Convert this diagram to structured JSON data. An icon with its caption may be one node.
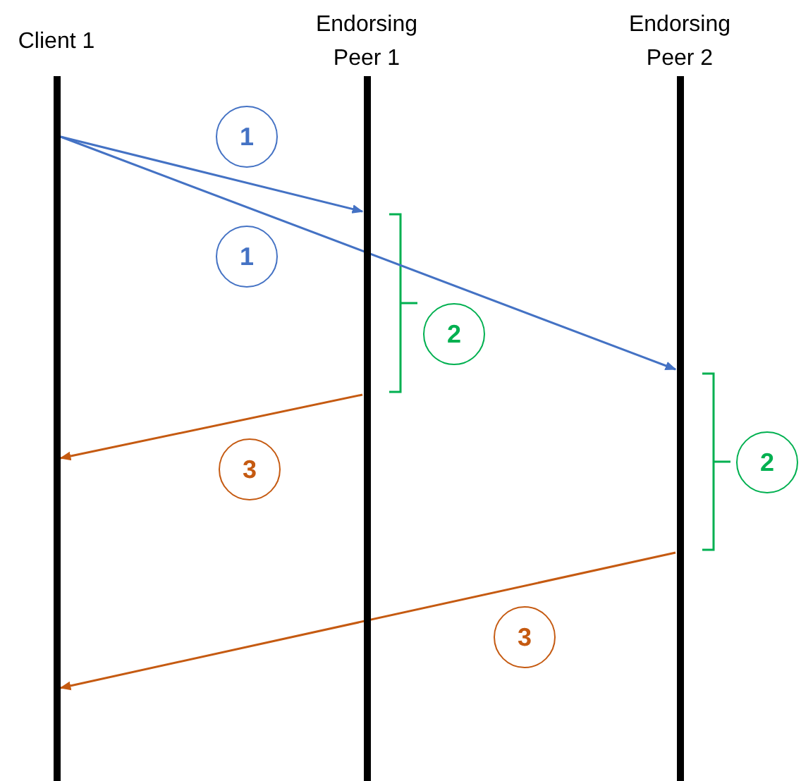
{
  "diagram": {
    "nodes": [
      {
        "text": [
          "Client 1"
        ]
      },
      {
        "text": [
          "Endorsing Peer 1"
        ]
      },
      {
        "text": [
          "Endorsing Peer 2"
        ]
      }
    ],
    "edges": [
      {
        "from": 0,
        "to": 1,
        "arrow": "to",
        "color": "#4472c4"
      },
      {
        "from": 0,
        "to": 2,
        "arrow": "to",
        "color": "#4472c4"
      },
      {
        "from": 1,
        "to": 0,
        "arrow": "to",
        "color": "#c55a11"
      },
      {
        "from": 2,
        "to": 0,
        "arrow": "to",
        "color": "#c55a11"
      }
    ],
    "labels": [
      "1",
      "1",
      "2",
      "2",
      "3",
      "3"
    ]
  }
}
